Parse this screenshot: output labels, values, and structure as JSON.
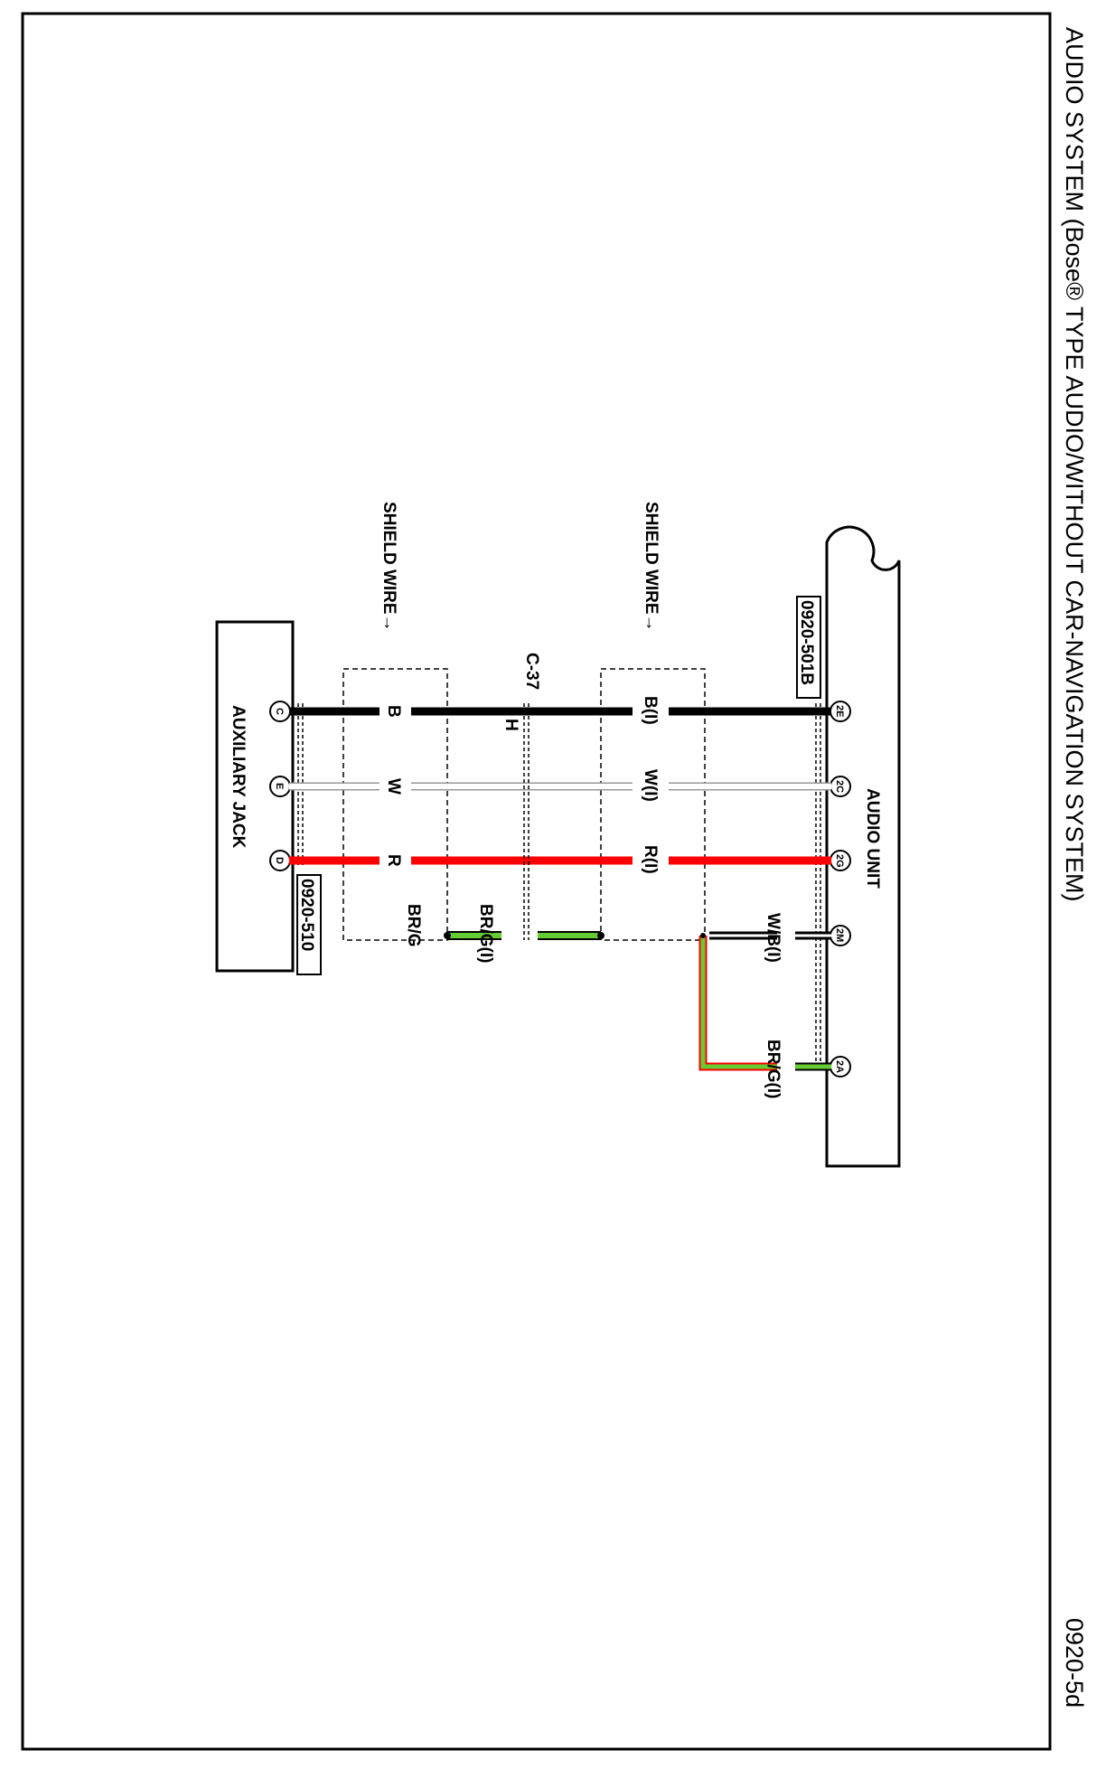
{
  "diagram": {
    "title": "AUDIO SYSTEM (Bose® TYPE AUDIO/WITHOUT CAR-NAVIGATION SYSTEM)",
    "page_id": "0920-5d",
    "audio_unit": {
      "label": "AUDIO UNIT",
      "connector_code": "0920-501B",
      "pins": [
        "2E",
        "2C",
        "2G",
        "2M",
        "2A"
      ]
    },
    "auxiliary_jack": {
      "label": "AUXILIARY JACK",
      "connector_code": "0920-510",
      "pins": [
        "C",
        "E",
        "D"
      ]
    },
    "joint_connector": {
      "label": "C-37",
      "pin": "H"
    },
    "shield_wire_label": "SHIELD WIRE→",
    "wires": [
      {
        "id": "black",
        "color": "#000000",
        "upper_label": "B(I)",
        "lower_label": "B"
      },
      {
        "id": "white",
        "color": "#ffffff",
        "upper_label": "W(I)",
        "lower_label": "W"
      },
      {
        "id": "red",
        "color": "#ff0000",
        "upper_label": "R(I)",
        "lower_label": "R"
      }
    ],
    "ground_wires": {
      "upper_shield": "BR/G(I)",
      "lower_shield": "BR/G",
      "audio_2m": "W/B(I)",
      "audio_2a": "BR/G(I)"
    },
    "colors": {
      "green": "#66cc33",
      "red": "#ff0000",
      "black": "#000000"
    }
  }
}
